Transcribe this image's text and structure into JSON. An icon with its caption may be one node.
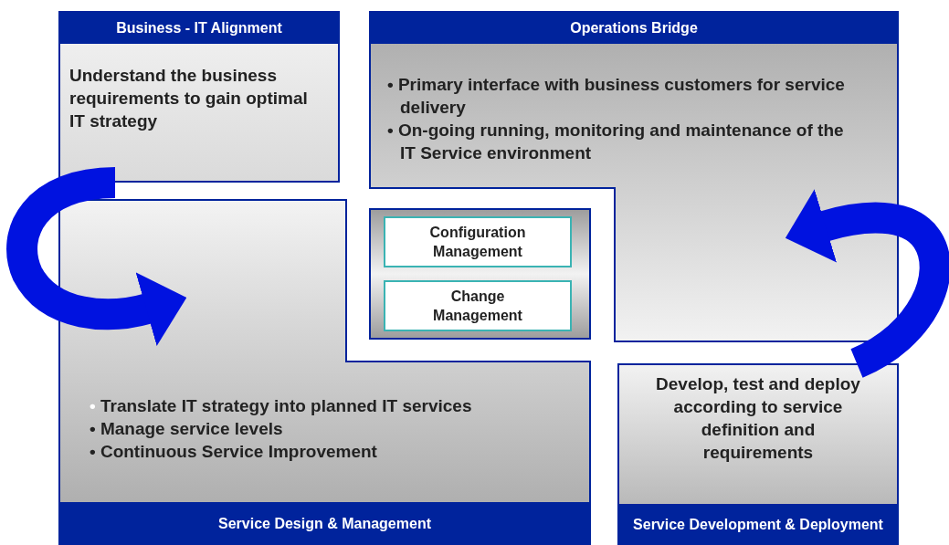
{
  "diagram": {
    "nodes": [
      {
        "text": [
          "Business - IT Alignment",
          "Understand the business requirements to gain optimal IT strategy"
        ]
      },
      {
        "text": [
          "Operations Bridge",
          "• Primary interface with business customers for service delivery",
          "• On-going running, monitoring and maintenance of the IT Service environment"
        ]
      },
      {
        "text": [
          "• Translate IT strategy into planned IT services",
          "• Manage service levels",
          "• Continuous Service Improvement",
          "Service Design & Management"
        ]
      },
      {
        "text": [],
        "shape": "box"
      },
      {
        "text": [
          "Configuration Management"
        ],
        "in": 3
      },
      {
        "text": [
          "Change Management"
        ],
        "in": 3
      },
      {
        "text": [
          "Develop, test and deploy according to service definition and requirements",
          "Service Development & Deployment"
        ]
      }
    ],
    "edges": [
      {
        "from": 0,
        "to": 2,
        "arrow": "to"
      },
      {
        "from": 6,
        "to": 1,
        "arrow": "to"
      }
    ]
  }
}
